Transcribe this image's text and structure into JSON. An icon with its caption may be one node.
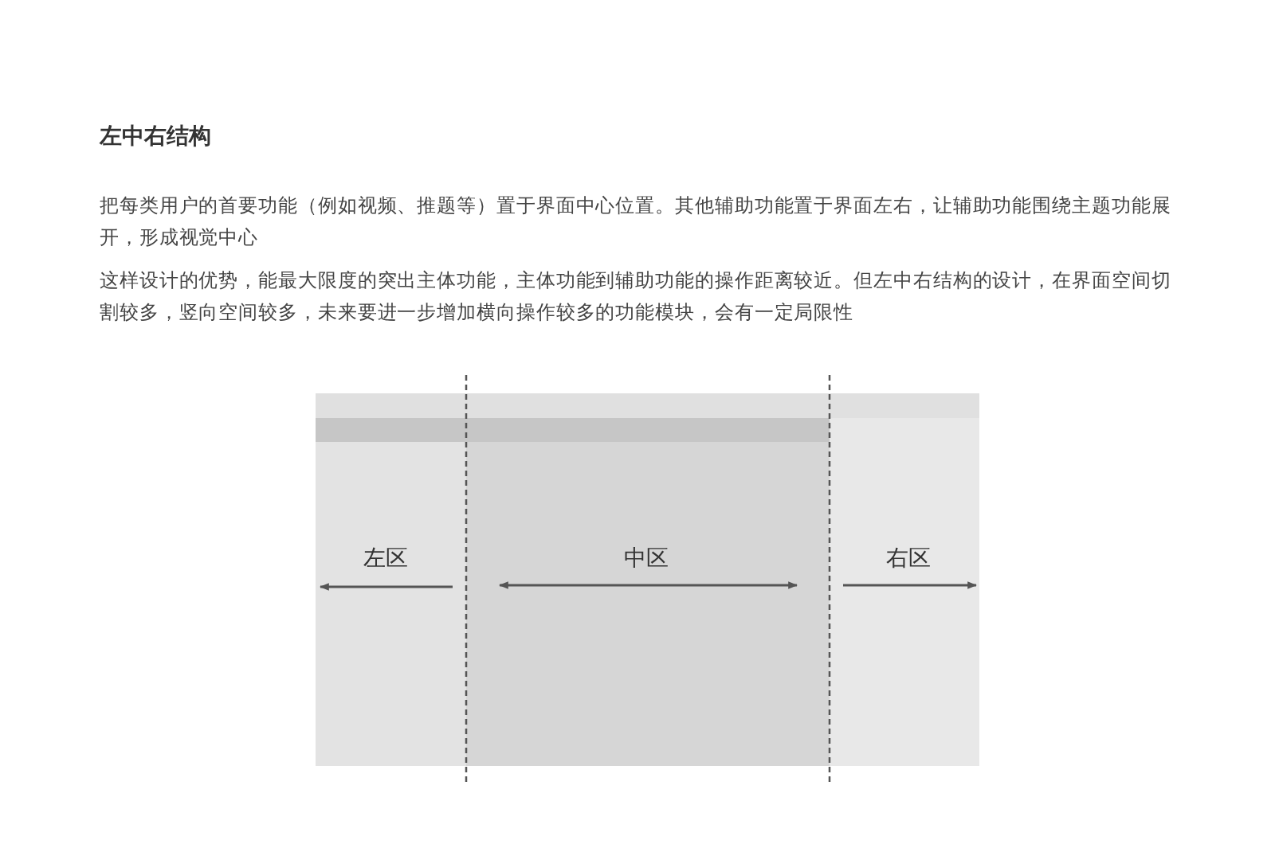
{
  "diagram": {
    "title": "左中右结构",
    "nodes": [
      {
        "text": [
          "左区"
        ]
      },
      {
        "text": [
          "中区"
        ]
      },
      {
        "text": [
          "右区"
        ]
      }
    ],
    "labels": [
      "把每类用户的首要功能（例如视频、推题等）置于界面中心位置。其他辅助功能置于界面左右，让辅助功能围绕主题功能展开，形成视觉中心",
      "这样设计的优势，能最大限度的突出主体功能，主体功能到辅助功能的操作距离较近。但左中右结构的设计，在界面空间切割较多，竖向空间较多，未来要进一步增加横向操作较多的功能模块，会有一定局限性"
    ]
  }
}
